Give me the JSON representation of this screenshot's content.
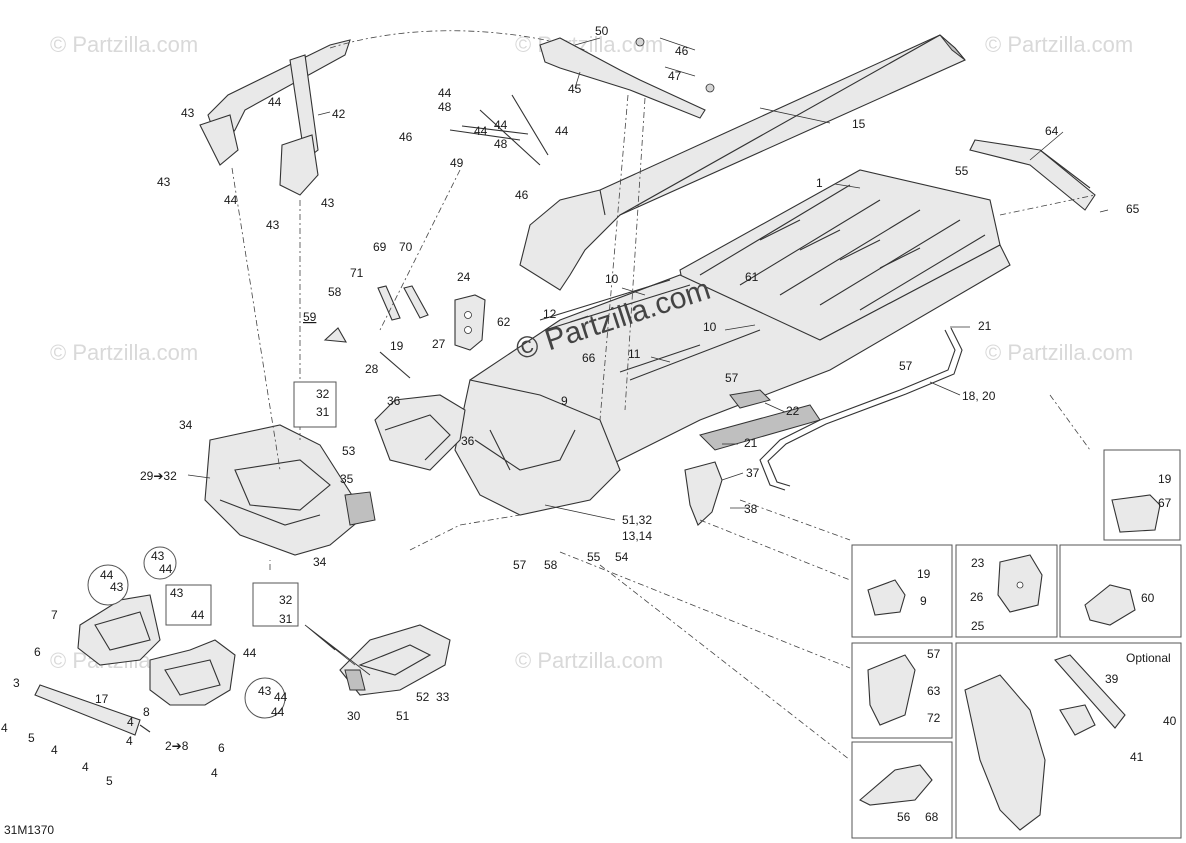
{
  "diagram": {
    "watermark_text": "© Partzilla.com",
    "center_watermark_text": "© Partzilla.com",
    "drawing_code": "31M1370",
    "optional_label": "Optional",
    "callouts": {
      "c50": "50",
      "c46a": "46",
      "c47": "47",
      "c45": "45",
      "c15": "15",
      "c44a": "44",
      "c48a": "48",
      "c44b": "44",
      "c44c": "44",
      "c48b": "48",
      "c44d": "44",
      "c46b": "46",
      "c49": "49",
      "c46c": "46",
      "c64": "64",
      "c55a": "55",
      "c1": "1",
      "c65": "65",
      "c42": "42",
      "c43a": "43",
      "c44e": "44",
      "c43b": "43",
      "c44f": "44",
      "c43c": "43",
      "c43d": "43",
      "c69": "69",
      "c70": "70",
      "c71": "71",
      "c58a": "58",
      "c59": "59",
      "c24": "24",
      "c62": "62",
      "c27": "27",
      "c19a": "19",
      "c28": "28",
      "c12": "12",
      "c10a": "10",
      "c61": "61",
      "c10b": "10",
      "c11": "11",
      "c66": "66",
      "c21a": "21",
      "c57a": "57",
      "c57b": "57",
      "c22": "22",
      "c18_20": "18, 20",
      "c32a": "32",
      "c31a": "31",
      "c36a": "36",
      "c9a": "9",
      "c34a": "34",
      "c36b": "36",
      "c53": "53",
      "c29_32": "29➔32",
      "c35": "35",
      "c21b": "21",
      "c37": "37",
      "c38": "38",
      "c51_32": "51,32",
      "c13_14": "13,14",
      "c34b": "34",
      "c57c": "57",
      "c58b": "58",
      "c55b": "55",
      "c54": "54",
      "c19b": "19",
      "c67": "67",
      "c43e": "43",
      "c44g": "44",
      "c44h": "44",
      "c43f": "43",
      "c7": "7",
      "c43g": "43",
      "c44i": "44",
      "c44j": "44",
      "c6a": "6",
      "c17": "17",
      "c3": "3",
      "c4a": "4",
      "c4b": "4",
      "c5a": "5",
      "c4c": "4",
      "c8": "8",
      "c2_8": "2➔8",
      "c6b": "6",
      "c4d": "4",
      "c4e": "4",
      "c5b": "5",
      "c4f": "4",
      "c43h": "43",
      "c44k": "44",
      "c44l": "44",
      "c32b": "32",
      "c31b": "31",
      "c30": "30",
      "c51": "51",
      "c52": "52",
      "c33": "33",
      "c19c": "19",
      "c9b": "9",
      "c23": "23",
      "c26": "26",
      "c25": "25",
      "c60": "60",
      "c57d": "57",
      "c63": "63",
      "c72": "72",
      "c39": "39",
      "c40": "40",
      "c41": "41",
      "c56": "56",
      "c68": "68"
    }
  }
}
